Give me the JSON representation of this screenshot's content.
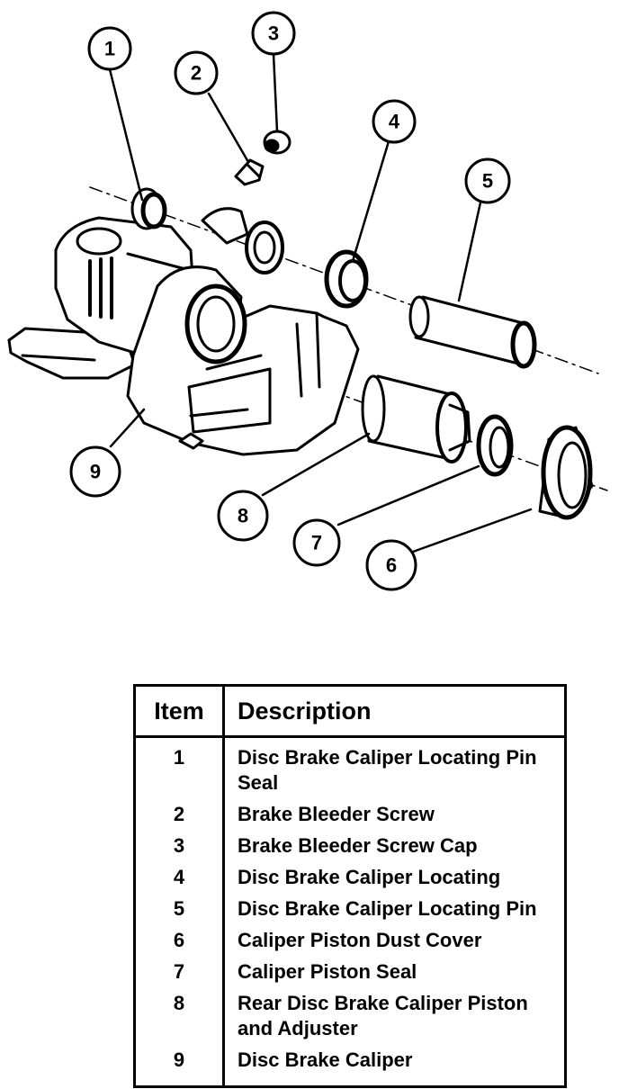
{
  "callouts": [
    "1",
    "2",
    "3",
    "4",
    "5",
    "6",
    "7",
    "8",
    "9"
  ],
  "table": {
    "headers": {
      "item": "Item",
      "description": "Description"
    },
    "rows": [
      {
        "item": "1",
        "description": "Disc Brake Caliper Locating Pin Seal"
      },
      {
        "item": "2",
        "description": "Brake Bleeder Screw"
      },
      {
        "item": "3",
        "description": "Brake Bleeder Screw Cap"
      },
      {
        "item": "4",
        "description": "Disc Brake Caliper Locating"
      },
      {
        "item": "5",
        "description": "Disc Brake Caliper Locating Pin"
      },
      {
        "item": "6",
        "description": "Caliper Piston Dust Cover"
      },
      {
        "item": "7",
        "description": "Caliper Piston Seal"
      },
      {
        "item": "8",
        "description": "Rear Disc Brake Caliper Piston and Adjuster"
      },
      {
        "item": "9",
        "description": "Disc Brake Caliper"
      }
    ]
  },
  "colors": {
    "ink": "#000000",
    "paper": "#ffffff"
  }
}
